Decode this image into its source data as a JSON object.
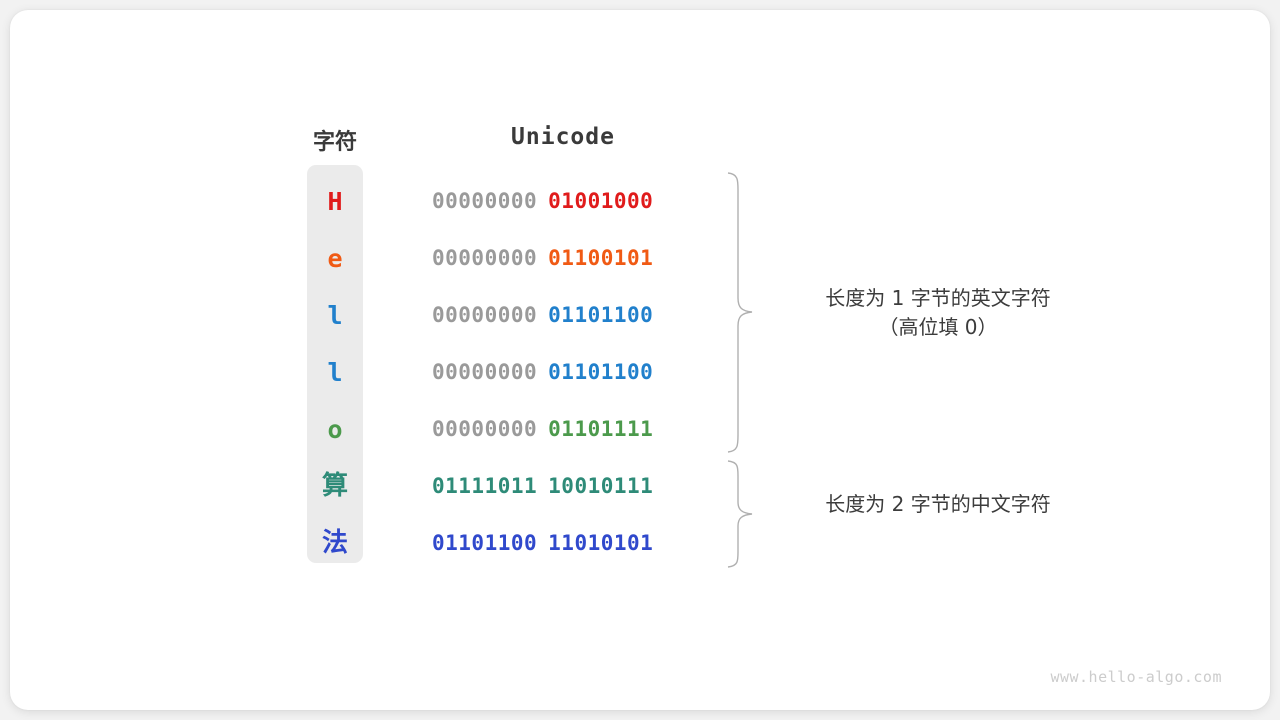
{
  "headers": {
    "character": "字符",
    "unicode": "Unicode"
  },
  "rows": [
    {
      "char": "H",
      "color": "#e01b1b",
      "high_byte": "00000000",
      "low_byte": "01001000",
      "high_gray": true
    },
    {
      "char": "e",
      "color": "#f05a14",
      "high_byte": "00000000",
      "low_byte": "01100101",
      "high_gray": true
    },
    {
      "char": "l",
      "color": "#2180cc",
      "high_byte": "00000000",
      "low_byte": "01101100",
      "high_gray": true
    },
    {
      "char": "l",
      "color": "#2180cc",
      "high_byte": "00000000",
      "low_byte": "01101100",
      "high_gray": true
    },
    {
      "char": "o",
      "color": "#4c9a4c",
      "high_byte": "00000000",
      "low_byte": "01101111",
      "high_gray": true
    },
    {
      "char": "算",
      "color": "#2e8b78",
      "high_byte": "01111011",
      "low_byte": "10010111",
      "high_gray": false
    },
    {
      "char": "法",
      "color": "#3049cc",
      "high_byte": "01101100",
      "low_byte": "11010101",
      "high_gray": false
    }
  ],
  "annotations": {
    "one_byte_main": "长度为 1 字节的英文字符",
    "one_byte_sub": "（高位填 0）",
    "two_byte_main": "长度为 2 字节的中文字符"
  },
  "watermark": "www.hello-algo.com",
  "colors": {
    "gray_byte": "#9a9a9a",
    "column_bg": "#ebebeb",
    "brace": "#b0b0b0",
    "card_bg": "#ffffff",
    "page_bg": "#f2f2f2",
    "header_text": "#3a3a3a",
    "annotation_text": "#3c3c3c"
  }
}
